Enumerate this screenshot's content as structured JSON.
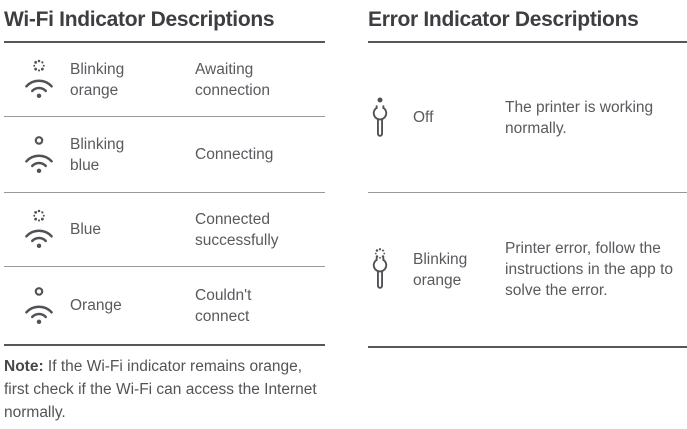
{
  "colors": {
    "title": "#3d3e41",
    "body_text": "#595a5e",
    "rule_dark": "#56575b",
    "rule_light": "#98999c",
    "icon": "#515256",
    "background": "#ffffff"
  },
  "wifi_table": {
    "title": "Wi-Fi Indicator Descriptions",
    "rows": [
      {
        "icon": "wifi-blinking-sparkle-icon",
        "style": "sparkle",
        "label": "Blinking orange",
        "desc": "Awaiting connection"
      },
      {
        "icon": "wifi-ring-icon",
        "style": "ring",
        "label": "Blinking blue",
        "desc": "Connecting"
      },
      {
        "icon": "wifi-blinking-sparkle-icon",
        "style": "sparkle",
        "label": "Blue",
        "desc": "Connected successfully"
      },
      {
        "icon": "wifi-ring-icon",
        "style": "ring",
        "label": "Orange",
        "desc": "Couldn't connect"
      }
    ],
    "note_label": "Note:",
    "note_text": "If the Wi-Fi indicator remains orange, first check if the Wi-Fi can access the Internet normally."
  },
  "error_table": {
    "title": "Error Indicator Descriptions",
    "rows": [
      {
        "icon": "wrench-off-dot-icon",
        "style": "dot",
        "label": "Off",
        "desc": "The printer is working normally."
      },
      {
        "icon": "wrench-blinking-sparkle-icon",
        "style": "sparkle",
        "label": "Blinking orange",
        "desc": "Printer error, follow the instructions in the app to solve the error."
      }
    ]
  }
}
